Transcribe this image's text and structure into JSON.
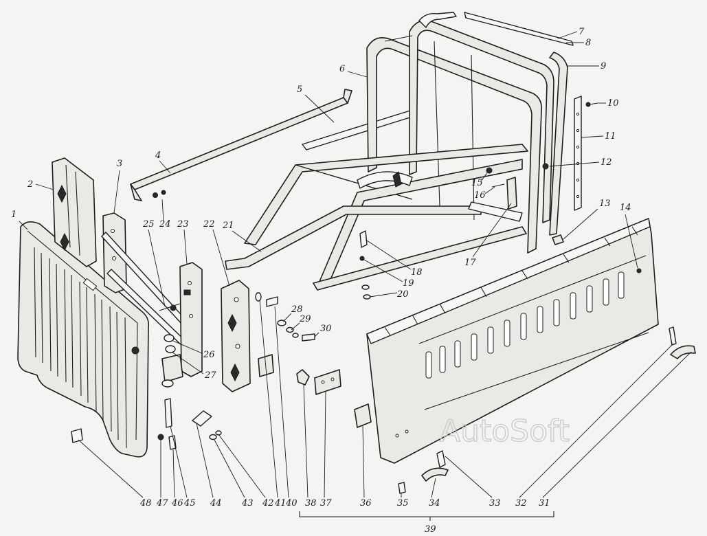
{
  "callouts": [
    {
      "n": "1"
    },
    {
      "n": "2"
    },
    {
      "n": "3"
    },
    {
      "n": "4"
    },
    {
      "n": "5"
    },
    {
      "n": "6"
    },
    {
      "n": "7"
    },
    {
      "n": "8"
    },
    {
      "n": "9"
    },
    {
      "n": "10"
    },
    {
      "n": "11"
    },
    {
      "n": "12"
    },
    {
      "n": "13"
    },
    {
      "n": "14"
    },
    {
      "n": "15"
    },
    {
      "n": "16"
    },
    {
      "n": "17"
    },
    {
      "n": "18"
    },
    {
      "n": "19"
    },
    {
      "n": "20"
    },
    {
      "n": "21"
    },
    {
      "n": "22"
    },
    {
      "n": "23"
    },
    {
      "n": "24"
    },
    {
      "n": "25"
    },
    {
      "n": "26"
    },
    {
      "n": "27"
    },
    {
      "n": "28"
    },
    {
      "n": "29"
    },
    {
      "n": "30"
    },
    {
      "n": "31"
    },
    {
      "n": "32"
    },
    {
      "n": "33"
    },
    {
      "n": "34"
    },
    {
      "n": "35"
    },
    {
      "n": "36"
    },
    {
      "n": "37"
    },
    {
      "n": "38"
    },
    {
      "n": "40"
    },
    {
      "n": "41"
    },
    {
      "n": "42"
    },
    {
      "n": "43"
    },
    {
      "n": "44"
    },
    {
      "n": "45"
    },
    {
      "n": "46"
    },
    {
      "n": "47"
    },
    {
      "n": "48"
    }
  ],
  "group_label": "39",
  "watermark": "AutoSoft"
}
